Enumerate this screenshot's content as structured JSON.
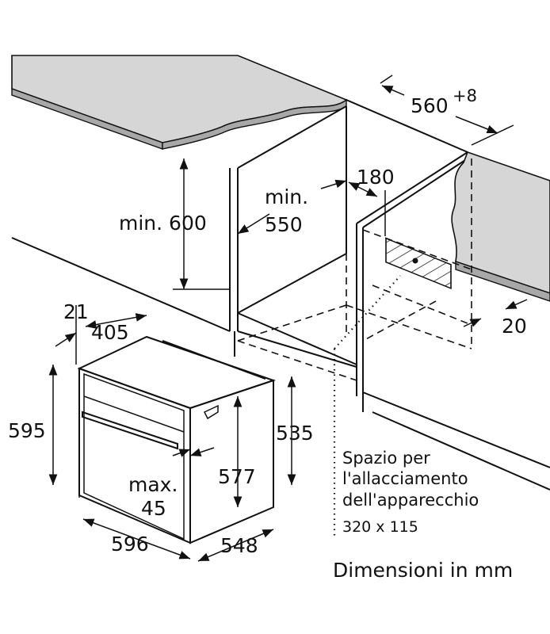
{
  "diagram": {
    "dimensions": {
      "niche_depth": "560",
      "niche_depth_tolerance": "+8",
      "connection_offset": "180",
      "min_width_label": "min.",
      "min_width_value": "550",
      "min_height": "min. 600",
      "front_trim": "21",
      "depth_405": "405",
      "height_595": "595",
      "height_577": "577",
      "height_535": "535",
      "handle_max_label": "max.",
      "handle_max_value": "45",
      "width_596": "596",
      "depth_548": "548",
      "rear_gap": "20"
    },
    "note": {
      "line1": "Spazio per",
      "line2": "l'allacciamento",
      "line3": "dell'apparecchio",
      "line4": "320 x 115"
    },
    "caption": "Dimensioni in mm"
  }
}
